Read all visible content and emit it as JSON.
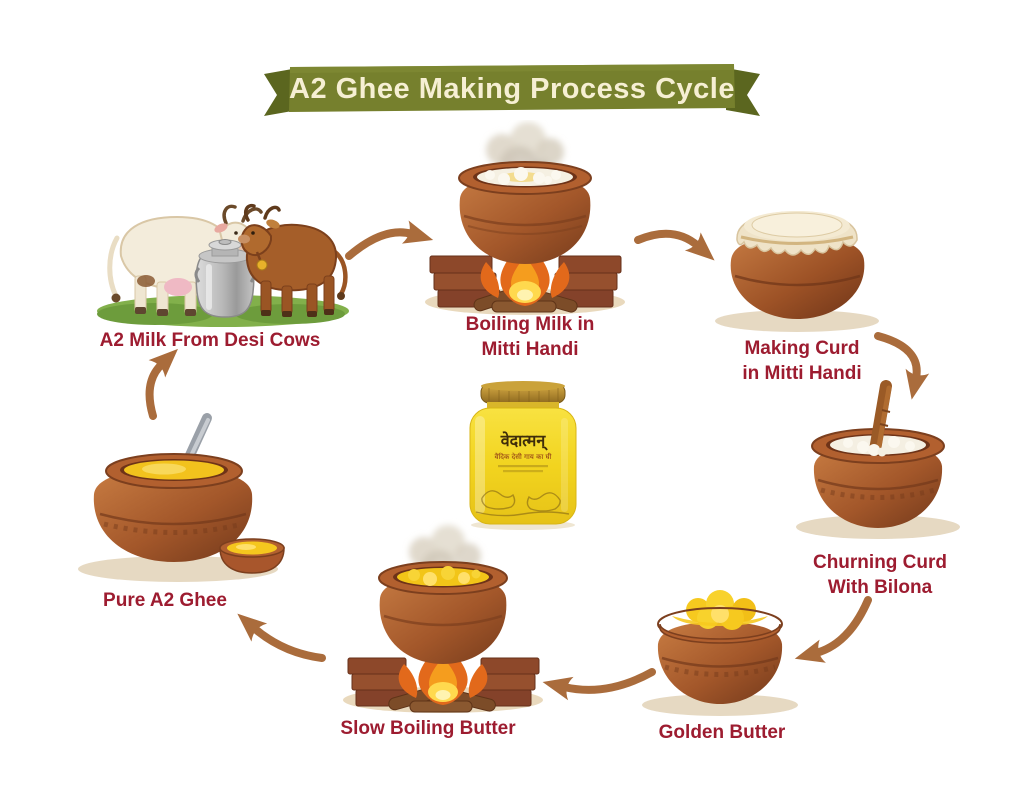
{
  "title": "A2 Ghee Making Process Cycle",
  "steps": [
    {
      "id": "a2-milk",
      "label": "A2 Milk From Desi Cows",
      "icon": "cows-with-milk-can"
    },
    {
      "id": "boiling-milk",
      "label": "Boiling Milk in\nMitti Handi",
      "icon": "clay-pot-on-fire"
    },
    {
      "id": "making-curd",
      "label": "Making Curd\nin Mitti Handi",
      "icon": "cloth-covered-clay-pot"
    },
    {
      "id": "churning-curd",
      "label": "Churning Curd\nWith Bilona",
      "icon": "clay-pot-with-bilona-churner"
    },
    {
      "id": "golden-butter",
      "label": "Golden Butter",
      "icon": "clay-pot-with-butter"
    },
    {
      "id": "slow-boiling",
      "label": "Slow Boiling Butter",
      "icon": "clay-pot-butter-on-fire"
    },
    {
      "id": "pure-ghee",
      "label": "Pure A2 Ghee",
      "icon": "clay-pot-ghee-with-spoon-and-bowl"
    }
  ],
  "center_jar": {
    "brand": "वेदात्मन्",
    "subtitle": "वैदिक देसी गाय का घी",
    "icon": "ghee-jar"
  },
  "colors": {
    "banner_green": "#76802d",
    "banner_fold": "#5b661f",
    "banner_text": "#f6efd3",
    "label_red": "#9d1c30",
    "arrow_brown": "#aa6c3c",
    "pot_terracotta": "#a8562c",
    "flame_orange": "#f08c1a",
    "butter_yellow": "#f6c91f",
    "jar_yellow": "#f2d41f",
    "background": "#ffffff"
  }
}
